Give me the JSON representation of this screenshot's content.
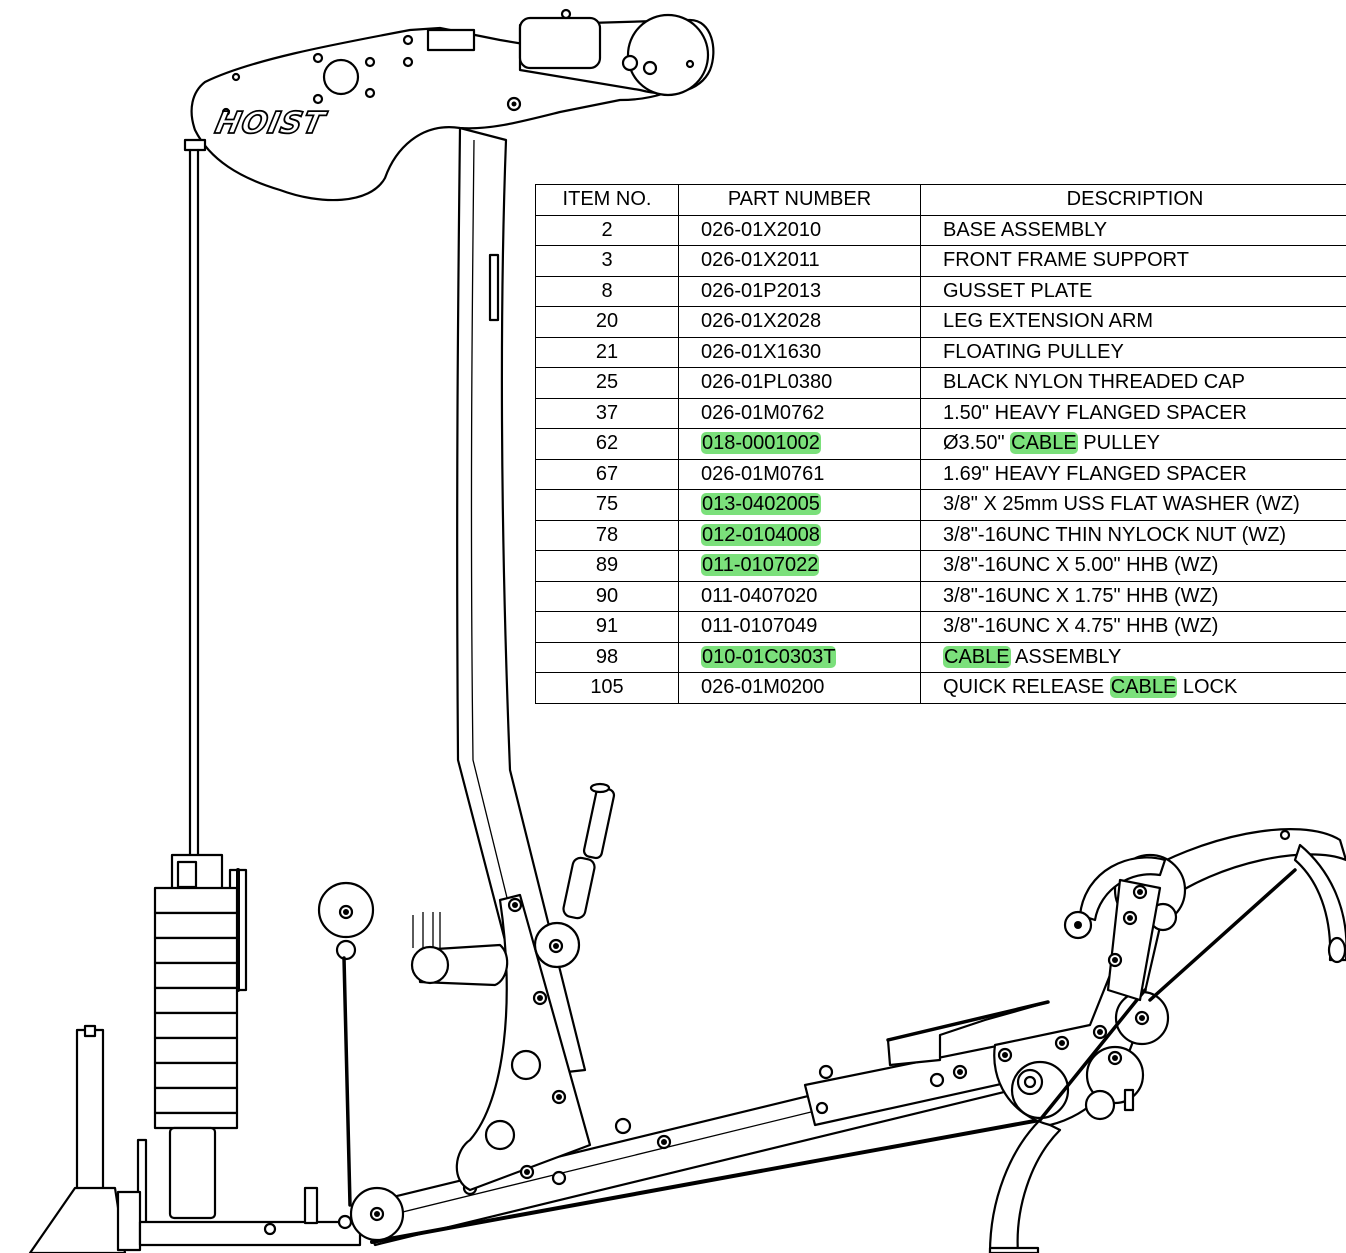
{
  "logo_text": "HOIST",
  "highlight_color": "#7be07b",
  "table": {
    "headers": {
      "item": "ITEM NO.",
      "part": "PART NUMBER",
      "description": "DESCRIPTION"
    },
    "rows": [
      {
        "item": "2",
        "part": "026-01X2010",
        "description": "BASE ASSEMBLY"
      },
      {
        "item": "3",
        "part": "026-01X2011",
        "description": "FRONT FRAME SUPPORT"
      },
      {
        "item": "8",
        "part": "026-01P2013",
        "description": "GUSSET PLATE"
      },
      {
        "item": "20",
        "part": "026-01X2028",
        "description": "LEG EXTENSION ARM"
      },
      {
        "item": "21",
        "part": "026-01X1630",
        "description": "FLOATING PULLEY"
      },
      {
        "item": "25",
        "part": "026-01PL0380",
        "description": "BLACK NYLON THREADED CAP"
      },
      {
        "item": "37",
        "part": "026-01M0762",
        "description": "1.50\" HEAVY FLANGED SPACER"
      },
      {
        "item": "62",
        "part": "018-0001002",
        "description": "Ø3.50\" CABLE PULLEY",
        "part_highlighted": true,
        "description_parts": [
          "Ø3.50\" ",
          "CABLE",
          " PULLEY"
        ]
      },
      {
        "item": "67",
        "part": "026-01M0761",
        "description": "1.69\" HEAVY FLANGED SPACER"
      },
      {
        "item": "75",
        "part": "013-0402005",
        "description": "3/8\" X 25mm USS FLAT WASHER (WZ)",
        "part_highlighted": true
      },
      {
        "item": "78",
        "part": "012-0104008",
        "description": "3/8\"-16UNC THIN NYLOCK NUT (WZ)",
        "part_highlighted": true
      },
      {
        "item": "89",
        "part": "011-0107022",
        "description": "3/8\"-16UNC X 5.00\" HHB (WZ)",
        "part_highlighted": true
      },
      {
        "item": "90",
        "part": "011-0407020",
        "description": "3/8\"-16UNC X 1.75\" HHB (WZ)"
      },
      {
        "item": "91",
        "part": "011-0107049",
        "description": "3/8\"-16UNC X 4.75\" HHB (WZ)"
      },
      {
        "item": "98",
        "part": "010-01C0303T",
        "description": "CABLE ASSEMBLY",
        "part_highlighted": true,
        "description_parts": [
          "",
          "CABLE",
          " ASSEMBLY"
        ]
      },
      {
        "item": "105",
        "part": "026-01M0200",
        "description": "QUICK RELEASE CABLE LOCK",
        "description_parts": [
          "QUICK RELEASE ",
          "CABLE",
          " LOCK"
        ]
      }
    ]
  }
}
